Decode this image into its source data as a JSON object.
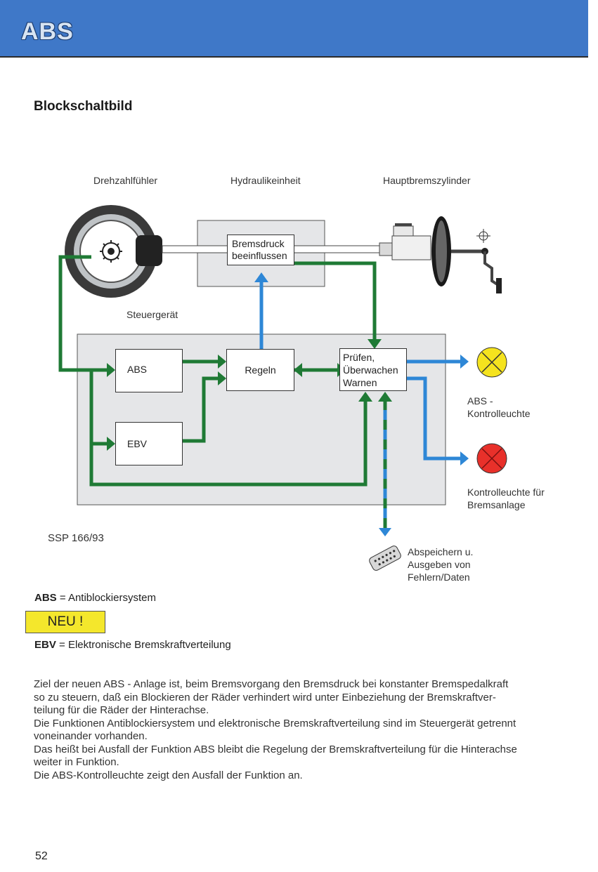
{
  "header": {
    "title": "ABS"
  },
  "section_title": "Blockschaltbild",
  "diagram": {
    "labels": {
      "speed_sensor": "Drehzahlfühler",
      "hydraulic_unit": "Hydraulikeinheit",
      "master_cylinder": "Hauptbremszylinder",
      "control_unit": "Steuergerät",
      "ssp_ref": "SSP 166/93"
    },
    "boxes": {
      "pressure_line1": "Bremsdruck",
      "pressure_line2": "beeinflussen",
      "abs": "ABS",
      "ebv": "EBV",
      "regeln": "Regeln",
      "check_line1": "Prüfen,",
      "check_line2": "Überwachen",
      "check_line3": "Warnen"
    },
    "lamps": {
      "abs_lamp_line1": "ABS -",
      "abs_lamp_line2": "Kontrolleuchte",
      "brake_lamp_line1": "Kontrolleuchte für",
      "brake_lamp_line2": "Bremsanlage",
      "abs_lamp_color": "#f5e31e",
      "brake_lamp_color": "#e8302a"
    },
    "storage_line1": "Abspeichern u.",
    "storage_line2": "Ausgeben von",
    "storage_line3": "Fehlern/Daten",
    "colors": {
      "green": "#1f7a35",
      "blue": "#2e87d6",
      "panel": "#e5e6e8"
    }
  },
  "definitions": {
    "abs_term": "ABS",
    "abs_text": " = Antiblockiersystem",
    "neu_badge": "NEU !",
    "ebv_term": "EBV",
    "ebv_text": " = Elektronische Bremskraftverteilung"
  },
  "paragraph": {
    "line1": "Ziel der neuen ABS - Anlage ist, beim Bremsvorgang den Bremsdruck bei konstanter Bremspedalkraft",
    "line2": "so zu steuern, daß ein Blockieren der Räder verhindert wird unter Einbeziehung der Bremskraftver-",
    "line3": "teilung für die Räder der Hinterachse.",
    "line4": "Die Funktionen Antiblockiersystem und elektronische Bremskraftverteilung sind im Steuergerät getrennt",
    "line5": "voneinander vorhanden.",
    "line6": "Das heißt bei Ausfall der Funktion ABS bleibt die Regelung der Bremskraftverteilung für die Hinterachse",
    "line7": "weiter in Funktion.",
    "line8": "Die ABS-Kontrolleuchte zeigt den Ausfall der Funktion an."
  },
  "page_number": "52"
}
